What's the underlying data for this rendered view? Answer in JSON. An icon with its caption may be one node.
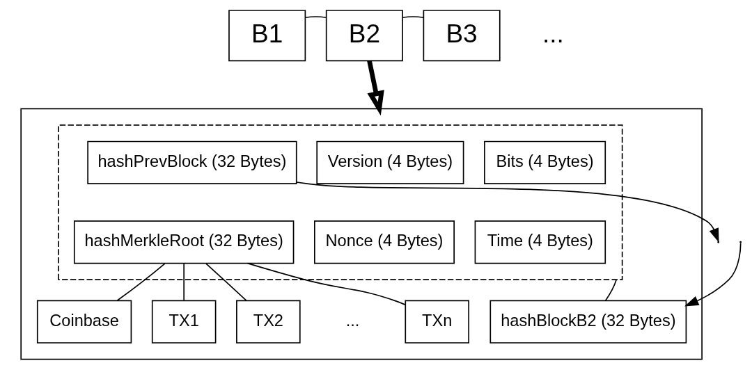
{
  "diagram": {
    "nodes": [
      {
        "text": [
          "B1"
        ]
      },
      {
        "text": [
          "B2"
        ]
      },
      {
        "text": [
          "B3"
        ]
      },
      {
        "text": [],
        "shape": "box"
      },
      {
        "text": [],
        "shape": "box",
        "in": 3
      },
      {
        "text": [
          "hashPrevBlock (32 Bytes)"
        ],
        "in": 4
      },
      {
        "text": [
          "Version (4 Bytes)"
        ],
        "in": 4
      },
      {
        "text": [
          "Bits (4 Bytes)"
        ],
        "in": 4
      },
      {
        "text": [
          "hashMerkleRoot (32 Bytes)"
        ],
        "in": 4
      },
      {
        "text": [
          "Nonce (4 Bytes)"
        ],
        "in": 4
      },
      {
        "text": [
          "Time (4 Bytes)"
        ],
        "in": 4
      },
      {
        "text": [
          "Coinbase"
        ],
        "in": 3
      },
      {
        "text": [
          "TX1"
        ],
        "in": 3
      },
      {
        "text": [
          "TX2"
        ],
        "in": 3
      },
      {
        "text": [
          "TXn"
        ],
        "in": 3
      },
      {
        "text": [
          "hashBlockB2 (32 Bytes)"
        ],
        "in": 3
      }
    ],
    "edges": [
      {
        "from": 0,
        "to": 1,
        "arrow": "none"
      },
      {
        "from": 1,
        "to": 2,
        "arrow": "none"
      },
      {
        "from": 1,
        "to": 3,
        "arrow": "to",
        "style": "thick"
      },
      {
        "from": 5,
        "to": null,
        "arrow": "to"
      },
      {
        "from": null,
        "to": 15,
        "arrow": "to"
      },
      {
        "from": 8,
        "to": 11,
        "arrow": "none"
      },
      {
        "from": 8,
        "to": 12,
        "arrow": "none"
      },
      {
        "from": 8,
        "to": 13,
        "arrow": "none"
      },
      {
        "from": 8,
        "to": 14,
        "arrow": "none"
      },
      {
        "from": 4,
        "to": 15,
        "arrow": "none"
      }
    ],
    "labels": [
      "...",
      "..."
    ]
  }
}
